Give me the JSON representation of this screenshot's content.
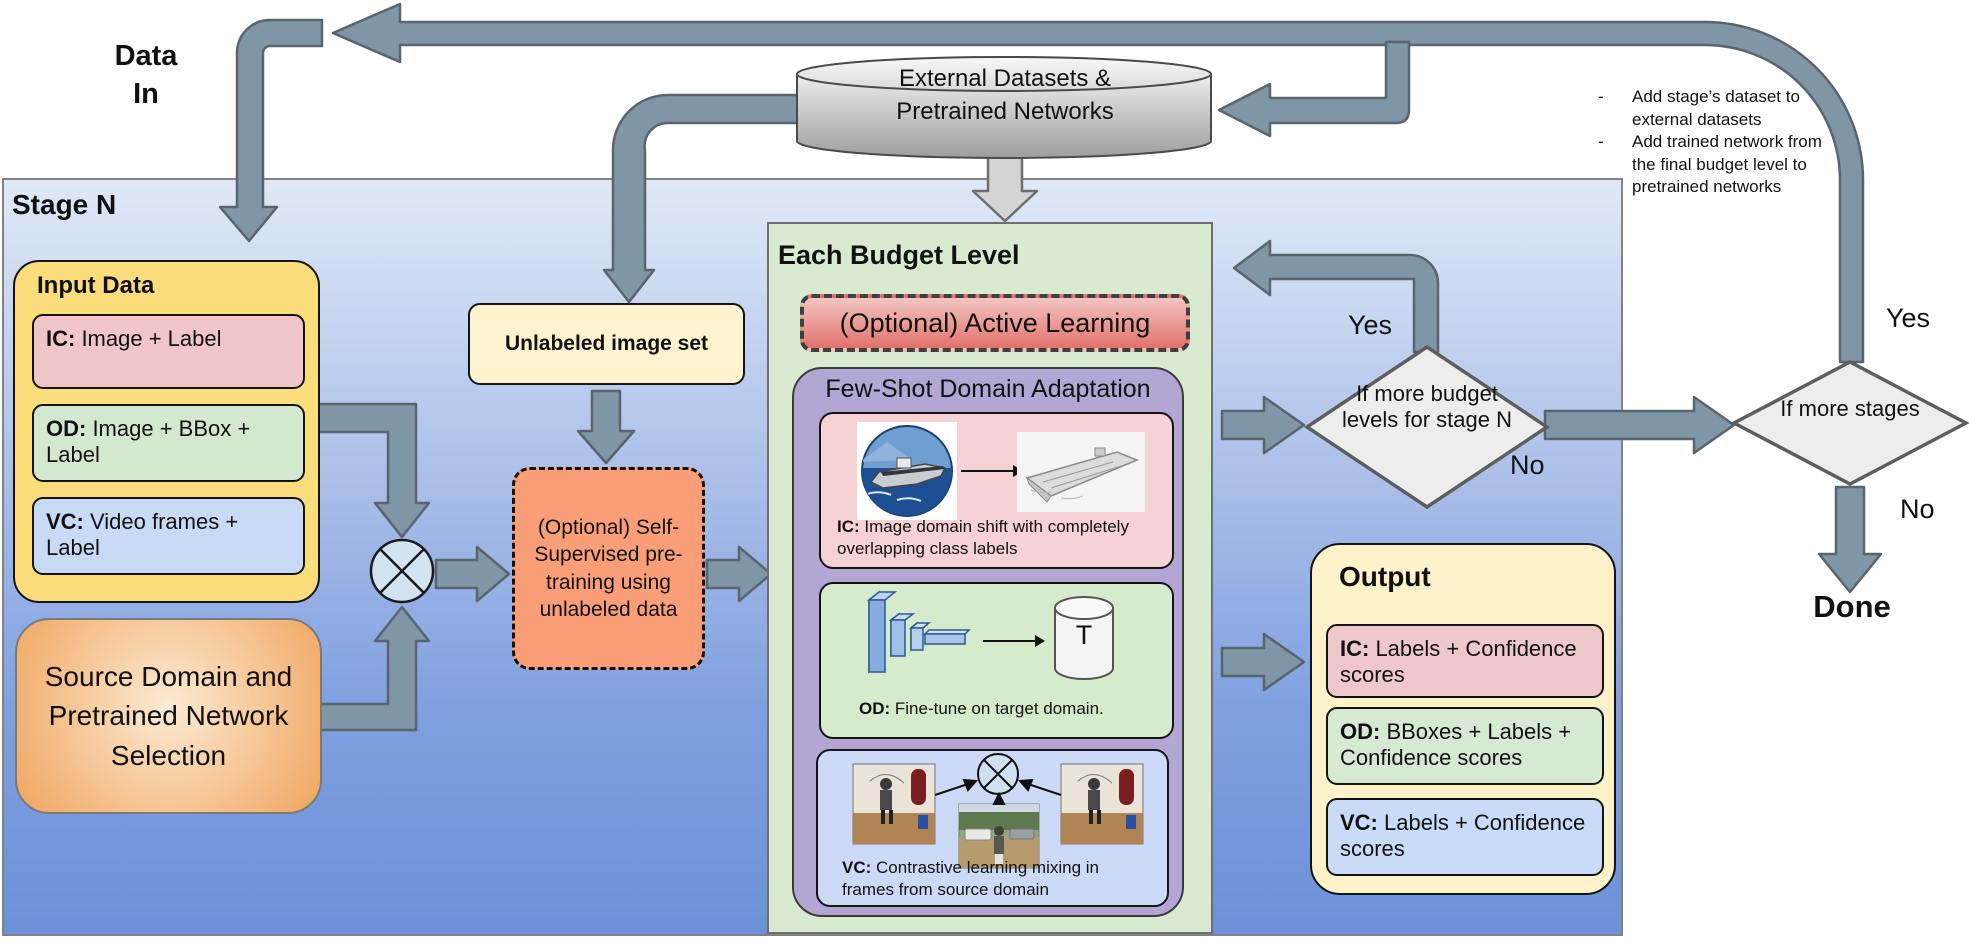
{
  "stage": {
    "title": "Stage N"
  },
  "data_in": {
    "line1": "Data",
    "line2": "In"
  },
  "external_store": {
    "line1": "External Datasets &",
    "line2": "Pretrained Networks"
  },
  "notes": {
    "bullet": "-",
    "items": [
      "Add stage’s dataset to external datasets",
      "Add trained network from the final budget level to pretrained networks"
    ]
  },
  "input_data": {
    "title": "Input Data",
    "items": [
      {
        "tag": "IC:",
        "text": " Image + Label"
      },
      {
        "tag": "OD:",
        "text": " Image + BBox + Label"
      },
      {
        "tag": "VC:",
        "text": " Video frames + Label"
      }
    ]
  },
  "source_selection": {
    "text": "Source Domain and Pretrained Network Selection"
  },
  "unlabeled": {
    "label": "Unlabeled image set"
  },
  "ssl": {
    "label": "(Optional) Self-Supervised pre-training using unlabeled data"
  },
  "budget": {
    "title": "Each Budget Level",
    "active_learning": "(Optional) Active Learning",
    "fsda": {
      "title": "Few-Shot Domain Adaptation",
      "ic_caption": {
        "tag": "IC:",
        "text": " Image domain shift with completely overlapping class labels"
      },
      "od_caption": {
        "tag": "OD:",
        "text": " Fine-tune on target domain."
      },
      "od_target": "T",
      "vc_caption": {
        "tag": "VC:",
        "text": " Contrastive learning mixing in frames from source domain"
      }
    }
  },
  "output": {
    "title": "Output",
    "items": [
      {
        "tag": "IC:",
        "text": " Labels + Confidence scores"
      },
      {
        "tag": "OD:",
        "text": " BBoxes + Labels + Confidence scores"
      },
      {
        "tag": "VC:",
        "text": " Labels + Confidence scores"
      }
    ]
  },
  "decisions": {
    "budget_levels": {
      "text": "If more budget levels for stage N",
      "yes": "Yes",
      "no": "No"
    },
    "stages": {
      "text": "If more stages",
      "yes": "Yes",
      "no": "No"
    }
  },
  "done": "Done",
  "colors": {
    "arrow_steel": "#7E96A5",
    "arrow_steel_border": "#5A646E",
    "arrow_light": "#D4D4D4",
    "stage_top": "#DFE9F7",
    "stage_bottom": "#6B92D8",
    "input_yellow": "#FBDD7C",
    "output_cream": "#FDF2CA",
    "unlabeled_cream": "#FDF3CF",
    "ssl_salmon": "#F99E77",
    "source_orange": "#F0A55F",
    "budget_green": "#D8EACF",
    "active_red_top": "#F2C5C2",
    "active_red_bottom": "#E2726C",
    "fsda_purple": "#B3A6D4",
    "ic_pink": "#F0C6C8",
    "od_green": "#D3E8CE",
    "vc_blue": "#C8DAF5",
    "diamond_grey": "#EDEDED"
  }
}
